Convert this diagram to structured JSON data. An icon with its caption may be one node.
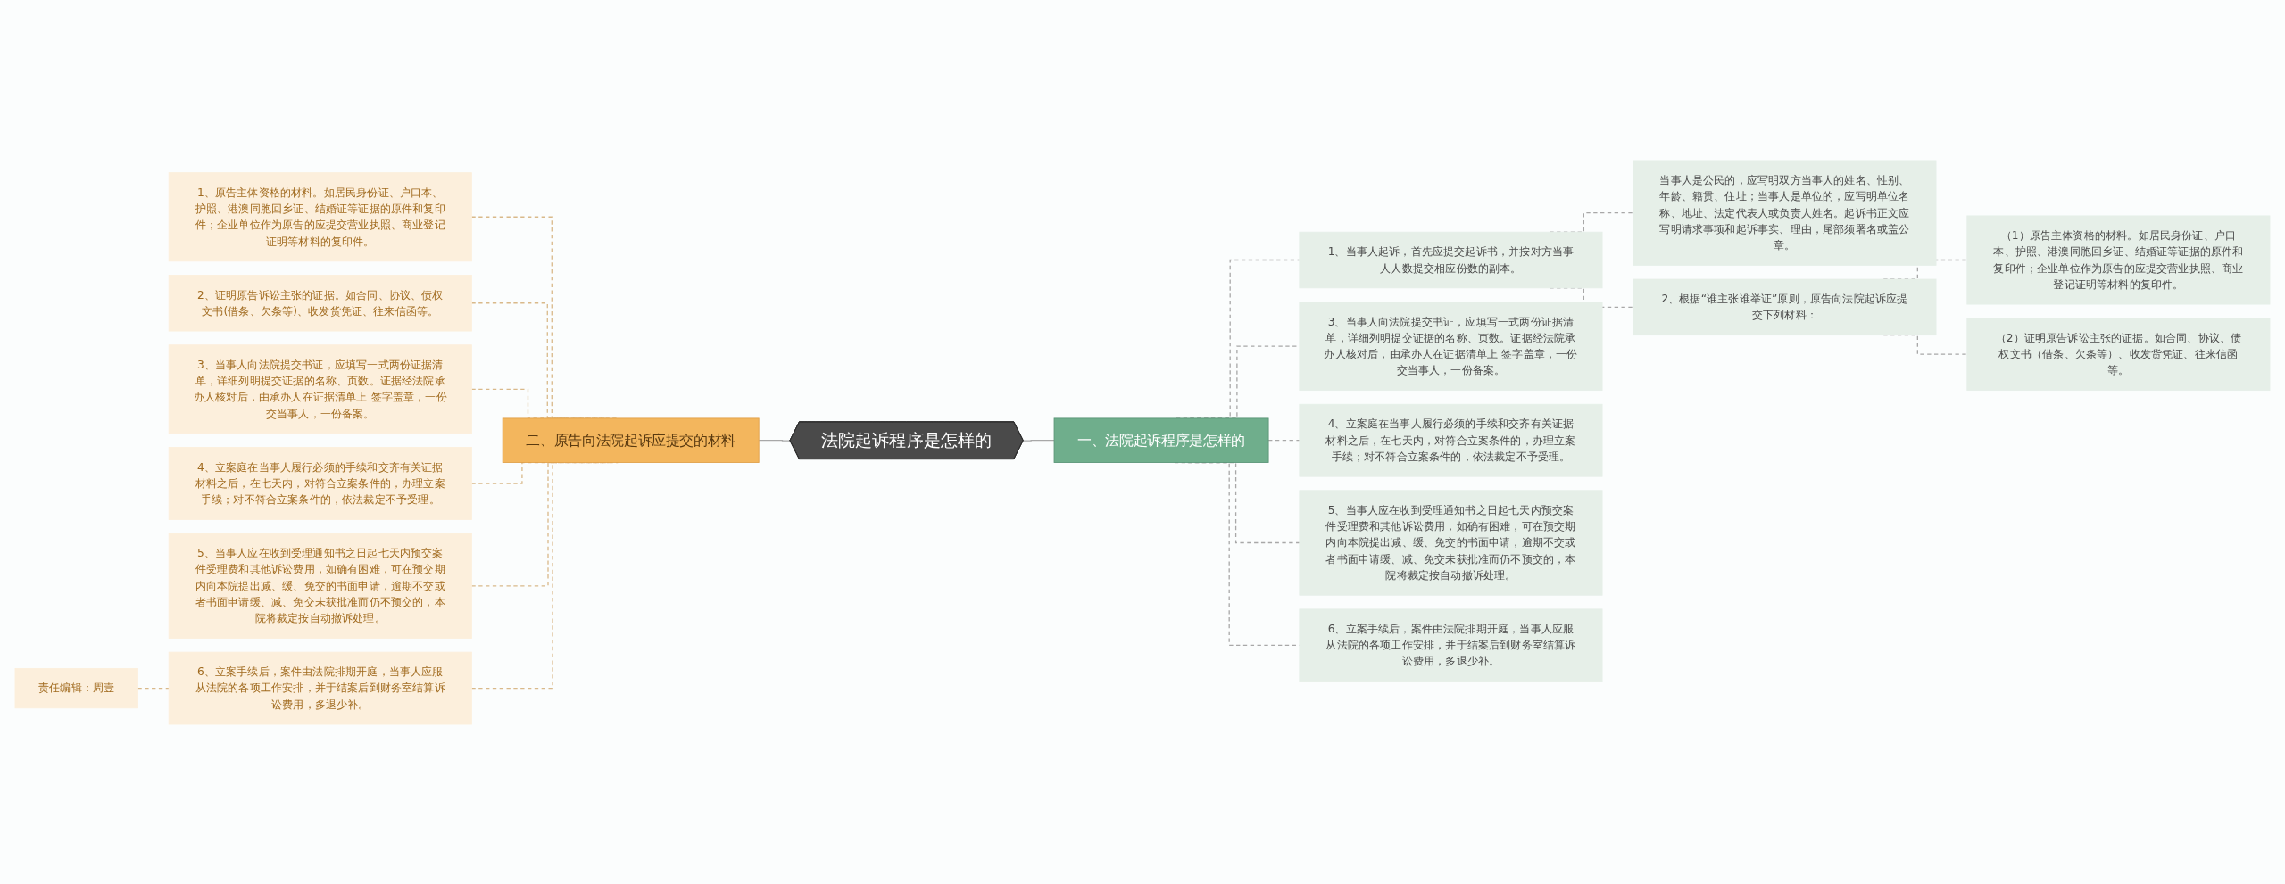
{
  "diagram": {
    "nodes": [
      {
        "text": [
          "法院起诉程序是怎样的"
        ]
      },
      {
        "text": [
          "一、法院起诉程序是怎样的"
        ]
      },
      {
        "text": [
          "1、当事人起诉，首先应提交起诉书，并按对方当事人人数提交相应份数的副本。"
        ]
      },
      {
        "text": [
          "当事人是公民的，应写明双方当事人的姓名、性别、年龄、籍贯、住址；当事人是单位的，应写明单位名称、地址、法定代表人或负责人姓名。起诉书正文应写明请求事项和起诉事实、理由，尾部须署名或盖公章。"
        ]
      },
      {
        "text": [
          "2、根据“谁主张谁举证”原则，原告向法院起诉应提交下列材料："
        ]
      },
      {
        "text": [
          "（1）原告主体资格的材料。如居民身份证、户口本、护照、港澳同胞回乡证、结婚证等证据的原件和复印件；企业单位作为原告的应提交营业执照、商业登记证明等材料的复印件。"
        ]
      },
      {
        "text": [
          "（2）证明原告诉讼主张的证据。如合同、协议、债权文书（借条、欠条等）、收发货凭证、往来信函等。"
        ]
      },
      {
        "text": [
          "3、当事人向法院提交书证，应填写一式两份证据清单，详细列明提交证据的名称、页数。证据经法院承办人核对后，由承办人在证据清单上 签字盖章，一份交当事人，一份备案。"
        ]
      },
      {
        "text": [
          "4、立案庭在当事人履行必须的手续和交齐有关证据材料之后，在七天内，对符合立案条件的，办理立案手续；对不符合立案条件的，依法裁定不予受理。"
        ]
      },
      {
        "text": [
          "5、当事人应在收到受理通知书之日起七天内预交案件受理费和其他诉讼费用，如确有困难，可在预交期内向本院提出减、缓、免交的书面申请，逾期不交或者书面申请缓、减、免交未获批准而仍不预交的，本院将裁定按自动撤诉处理。"
        ]
      },
      {
        "text": [
          "6、立案手续后，案件由法院排期开庭，当事人应服从法院的各项工作安排，并于结案后到财务室结算诉讼费用，多退少补。"
        ]
      },
      {
        "text": [
          "二、原告向法院起诉应提交的材料"
        ]
      },
      {
        "text": [
          "1、原告主体资格的材料。如居民身份证、户口本、护照、港澳同胞回乡证、结婚证等证据的原件和复印件；企业单位作为原告的应提交营业执照、商业登记证明等材料的复印件。"
        ]
      },
      {
        "text": [
          "2、证明原告诉讼主张的证据。如合同、协议、债权文书(借条、欠条等)、收发货凭证、往来信函等。"
        ]
      },
      {
        "text": [
          "3、当事人向法院提交书证，应填写一式两份证据清单，详细列明提交证据的名称、页数。证据经法院承办人核对后，由承办人在证据清单上 签字盖章，一份交当事人，一份备案。"
        ]
      },
      {
        "text": [
          "4、立案庭在当事人履行必须的手续和交齐有关证据材料之后，在七天内，对符合立案条件的，办理立案手续；对不符合立案条件的，依法裁定不予受理。"
        ]
      },
      {
        "text": [
          "5、当事人应在收到受理通知书之日起七天内预交案件受理费和其他诉讼费用，如确有困难，可在预交期内向本院提出减、缓、免交的书面申请，逾期不交或者书面申请缓、减、免交未获批准而仍不预交的，本院将裁定按自动撤诉处理。"
        ]
      },
      {
        "text": [
          "6、立案手续后，案件由法院排期开庭，当事人应服从法院的各项工作安排，并于结案后到财务室结算诉讼费用，多退少补。"
        ]
      },
      {
        "text": [
          "责任编辑：周壹"
        ]
      }
    ],
    "edges": [
      {
        "from": 0,
        "to": 1,
        "arrow": "none"
      },
      {
        "from": 1,
        "to": 2,
        "arrow": "none",
        "style": "dashed"
      },
      {
        "from": 2,
        "to": 3,
        "arrow": "none",
        "style": "dashed"
      },
      {
        "from": 2,
        "to": 4,
        "arrow": "none",
        "style": "dashed"
      },
      {
        "from": 4,
        "to": 5,
        "arrow": "none",
        "style": "dashed"
      },
      {
        "from": 4,
        "to": 6,
        "arrow": "none",
        "style": "dashed"
      },
      {
        "from": 1,
        "to": 7,
        "arrow": "none",
        "style": "dashed"
      },
      {
        "from": 1,
        "to": 8,
        "arrow": "none",
        "style": "dashed"
      },
      {
        "from": 1,
        "to": 9,
        "arrow": "none",
        "style": "dashed"
      },
      {
        "from": 1,
        "to": 10,
        "arrow": "none",
        "style": "dashed"
      },
      {
        "from": 0,
        "to": 11,
        "arrow": "none"
      },
      {
        "from": 11,
        "to": 12,
        "arrow": "none",
        "style": "dashed",
        "color": "#d9b98a"
      },
      {
        "from": 11,
        "to": 13,
        "arrow": "none",
        "style": "dashed",
        "color": "#d9b98a"
      },
      {
        "from": 11,
        "to": 14,
        "arrow": "none",
        "style": "dashed",
        "color": "#d9b98a"
      },
      {
        "from": 11,
        "to": 15,
        "arrow": "none",
        "style": "dashed",
        "color": "#d9b98a"
      },
      {
        "from": 11,
        "to": 16,
        "arrow": "none",
        "style": "dashed",
        "color": "#d9b98a"
      },
      {
        "from": 11,
        "to": 17,
        "arrow": "none",
        "style": "dashed",
        "color": "#d9b98a"
      },
      {
        "from": 17,
        "to": 18,
        "arrow": "none",
        "style": "dashed",
        "color": "#d9b98a"
      }
    ]
  }
}
